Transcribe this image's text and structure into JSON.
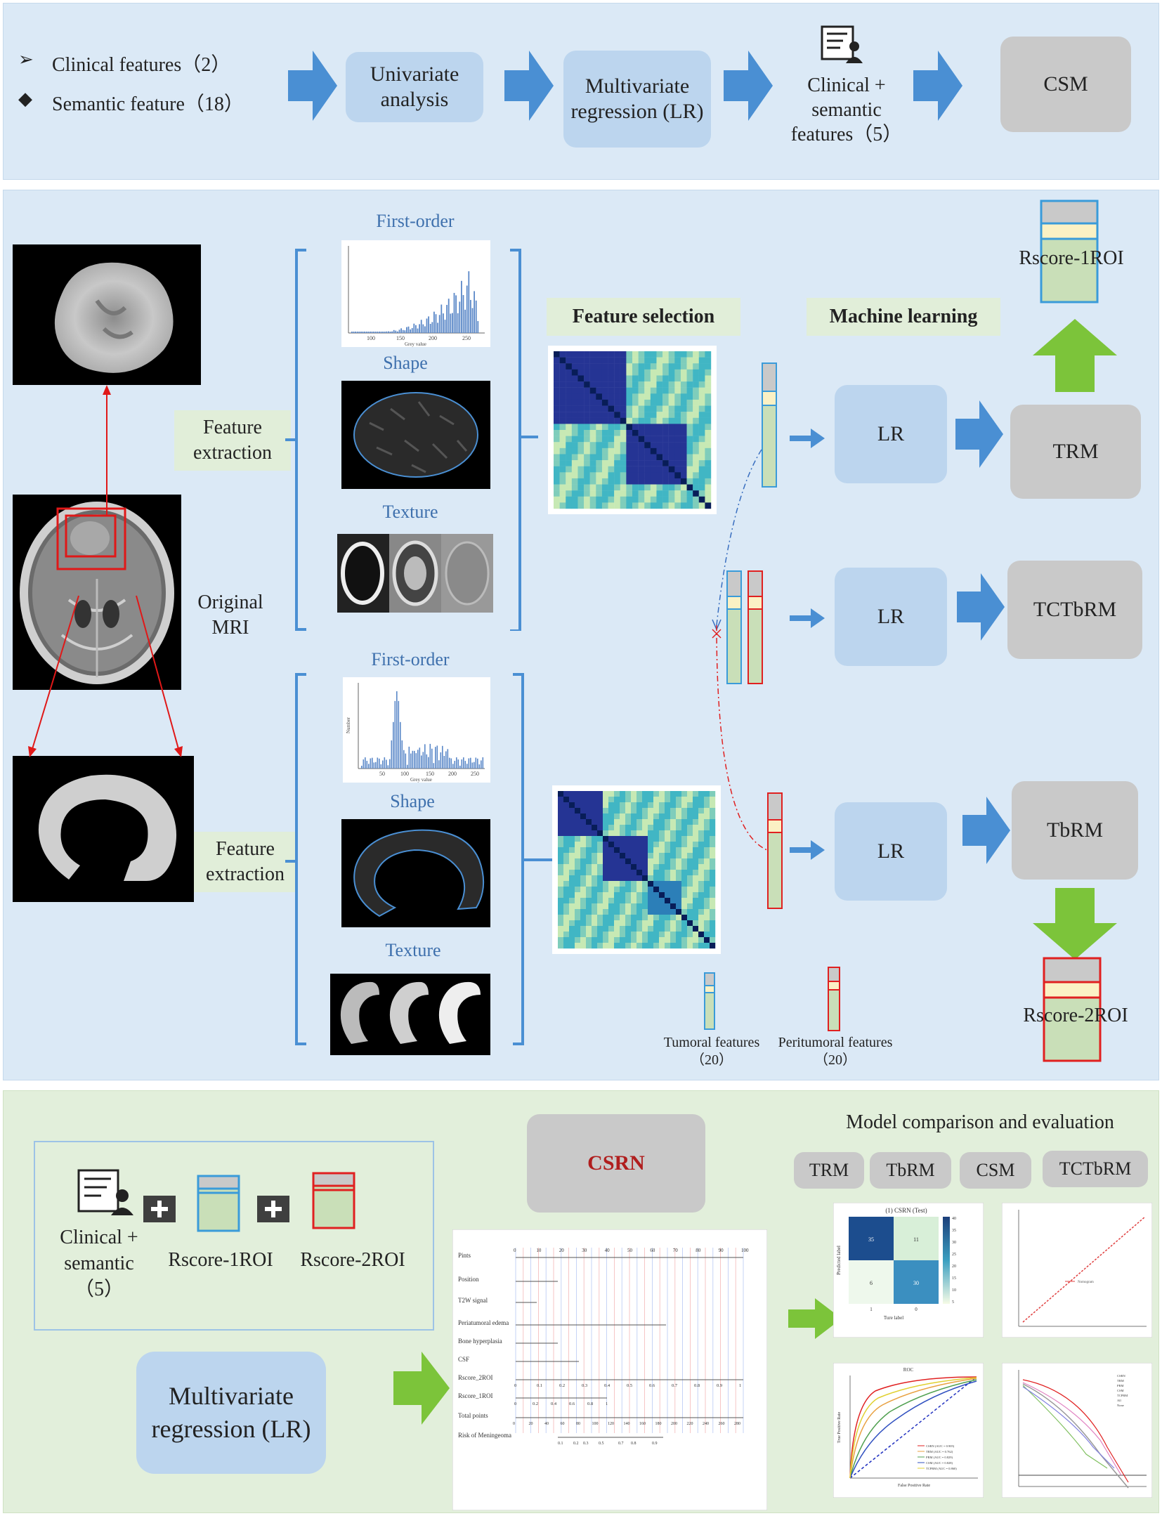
{
  "top": {
    "bullets": [
      {
        "symbol": "➢",
        "text": "Clinical features（2）"
      },
      {
        "symbol": "◆",
        "text": "Semantic feature（18）"
      }
    ],
    "univariate": "Univariate analysis",
    "multivariate": "Multivariate regression (LR)",
    "clinical_semantic": "Clinical + semantic features（5）",
    "csm": "CSM"
  },
  "middle": {
    "first_order_1": "First-order",
    "shape_1": "Shape",
    "texture_1": "Texture",
    "first_order_2": "First-order",
    "shape_2": "Shape",
    "texture_2": "Texture",
    "feature_extraction_1": "Feature extraction",
    "feature_extraction_2": "Feature extraction",
    "original_mri": "Original MRI",
    "feature_selection": "Feature selection",
    "machine_learning": "Machine learning",
    "lr": "LR",
    "trm": "TRM",
    "tctbrm": "TCTbRM",
    "tbrm": "TbRM",
    "rscore1": "Rscore-1ROI",
    "rscore2": "Rscore-2ROI",
    "tumoral": "Tumoral features",
    "tumoral_count": "（20）",
    "peritumoral": "Peritumoral features",
    "peritumoral_count": "（20）",
    "hist1_ticks": [
      "100",
      "150",
      "200",
      "250"
    ],
    "hist1_xlabel": "Grey value",
    "hist2_ticks": [
      "50",
      "100",
      "150",
      "200",
      "250"
    ],
    "hist2_xlabel": "Grey value",
    "hist2_ylabel": "Number"
  },
  "bottom": {
    "clinical_sem": "Clinical + semantic（5）",
    "rscore1": "Rscore-1ROI",
    "rscore2": "Rscore-2ROI",
    "multivariate": "Multivariate regression (LR)",
    "csrn": "CSRN",
    "model_title": "Model comparison and evaluation",
    "models": [
      "TRM",
      "TbRM",
      "CSM",
      "TCTbRM"
    ],
    "nomogram_rows": [
      "Pints",
      "Position",
      "T2W signal",
      "Periatumoral edema",
      "Bone hyperplasia",
      "CSF",
      "Rscore_2ROI",
      "Rscore_1ROI",
      "Total points",
      "Risk of Meningeoma"
    ],
    "nomogram_top_ticks": [
      "0",
      "10",
      "20",
      "30",
      "40",
      "50",
      "60",
      "70",
      "80",
      "90",
      "100"
    ],
    "nomogram_total_ticks": [
      "0",
      "20",
      "40",
      "60",
      "80",
      "100",
      "120",
      "140",
      "160",
      "180",
      "200",
      "220",
      "240",
      "260",
      "280"
    ],
    "nomogram_risk_ticks": [
      "0.1",
      "0.2",
      "0.3",
      "0.5",
      "0.7",
      "0.8",
      "0.9"
    ],
    "nomogram_r2_ticks": [
      "0",
      "0.1",
      "0.2",
      "0.3",
      "0.4",
      "0.5",
      "0.6",
      "0.7",
      "0.8",
      "0.9",
      "1"
    ],
    "nomogram_r1_ticks": [
      "0",
      "0.2",
      "0.4",
      "0.6",
      "0.8",
      "1"
    ],
    "cm_title": "(1) CSRN (Test)",
    "cm_values": [
      "35",
      "11",
      "6",
      "30"
    ],
    "cm_ylabel": "Predicted label",
    "cm_xlabel": "Ture label",
    "cm_scale": [
      "40",
      "35",
      "30",
      "25",
      "20",
      "15",
      "10",
      "5"
    ],
    "cm_xt": [
      "1",
      "0"
    ],
    "cal_legend": "Nomogram",
    "roc_title": "ROC",
    "roc_ylabel": "True Positive Rate",
    "roc_xlabel": "False Positive Rate",
    "roc_legend": [
      "CSRN  (AUC = 0.905)",
      "TRM  (AUC = 0.762)",
      "PRM  (AUC = 0.829)",
      "CSM  (AUC = 0.828)",
      "TCPRM  (AUC = 0.860)"
    ],
    "dca_legend": [
      "CSRN",
      "TRM",
      "PRM",
      "CSM",
      "TCPRM",
      "All",
      "None"
    ]
  },
  "colors": {
    "light_blue_box": "#bcd5ee",
    "grey_box": "#c9c9c9",
    "arrow_blue": "#4a8fd3",
    "arrow_green": "#7cc43a",
    "csrn_red": "#b01e1e",
    "tumoral_border": "#3a9bd9",
    "peritumoral_border": "#e02020"
  }
}
